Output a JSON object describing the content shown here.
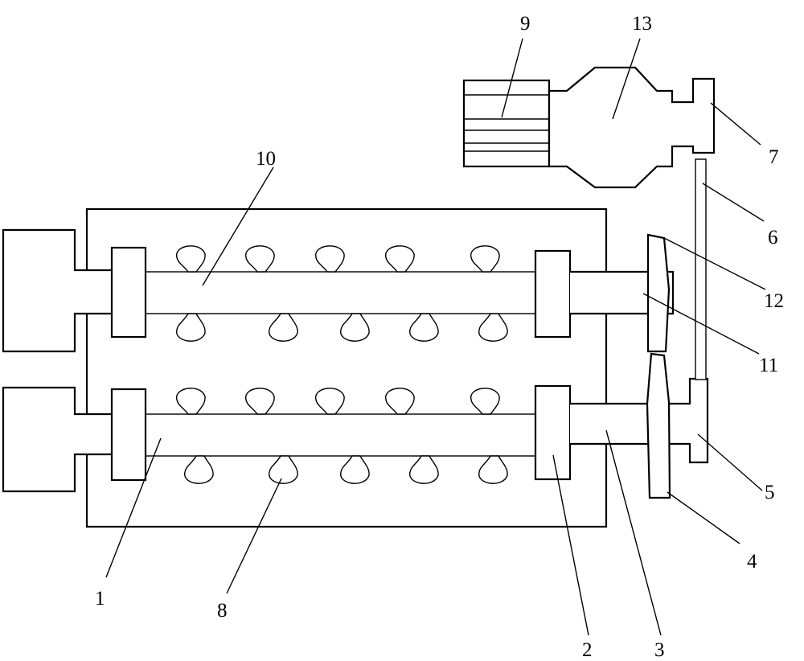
{
  "figure": {
    "labels": {
      "l1": "1",
      "l2": "2",
      "l3": "3",
      "l4": "4",
      "l5": "5",
      "l6": "6",
      "l7": "7",
      "l8": "8",
      "l9": "9",
      "l10": "10",
      "l11": "11",
      "l12": "12",
      "l13": "13"
    },
    "colors": {
      "stroke": "#000000",
      "background": "#ffffff"
    }
  }
}
